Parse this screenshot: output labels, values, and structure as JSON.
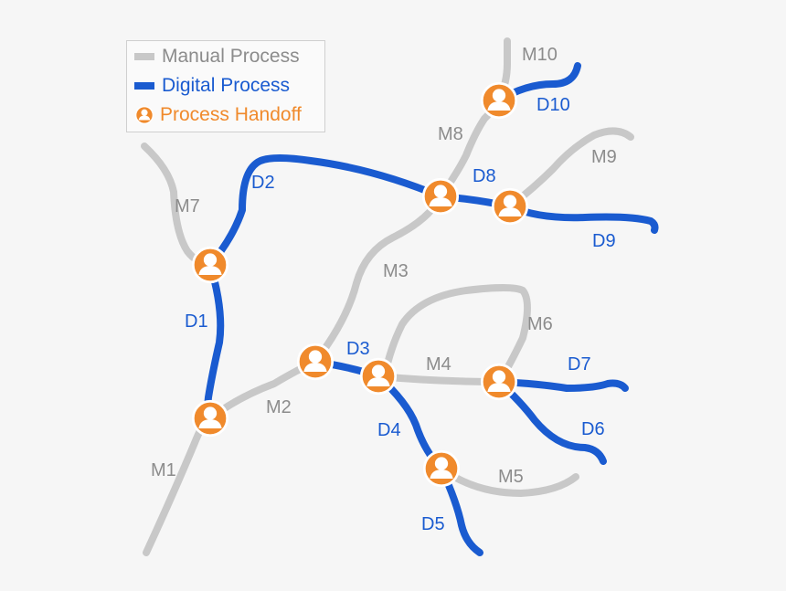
{
  "legend": {
    "manual": {
      "label": "Manual Process",
      "color": "#c8c8c8"
    },
    "digital": {
      "label": "Digital Process",
      "color": "#1a5bd0"
    },
    "handoff": {
      "label": "Process Handoff",
      "color": "#f08a2c",
      "icon": "person-icon"
    }
  },
  "colors": {
    "manual_label": "#8c8c8c",
    "digital_label": "#1a5bd0",
    "node_fill": "#f08a2c",
    "node_border": "#ffffff"
  },
  "routes": [
    {
      "id": "M1",
      "kind": "manual"
    },
    {
      "id": "M2",
      "kind": "manual"
    },
    {
      "id": "M3",
      "kind": "manual"
    },
    {
      "id": "M4",
      "kind": "manual"
    },
    {
      "id": "M5",
      "kind": "manual"
    },
    {
      "id": "M6",
      "kind": "manual"
    },
    {
      "id": "M7",
      "kind": "manual"
    },
    {
      "id": "M8",
      "kind": "manual"
    },
    {
      "id": "M9",
      "kind": "manual"
    },
    {
      "id": "M10",
      "kind": "manual"
    },
    {
      "id": "D1",
      "kind": "digital"
    },
    {
      "id": "D2",
      "kind": "digital"
    },
    {
      "id": "D3",
      "kind": "digital"
    },
    {
      "id": "D4",
      "kind": "digital"
    },
    {
      "id": "D5",
      "kind": "digital"
    },
    {
      "id": "D6",
      "kind": "digital"
    },
    {
      "id": "D7",
      "kind": "digital"
    },
    {
      "id": "D8",
      "kind": "digital"
    },
    {
      "id": "D9",
      "kind": "digital"
    },
    {
      "id": "D10",
      "kind": "digital"
    }
  ],
  "handoffs": [
    {
      "id": "handoff-1",
      "icon": "person-icon"
    },
    {
      "id": "handoff-2",
      "icon": "person-icon"
    },
    {
      "id": "handoff-3",
      "icon": "person-icon"
    },
    {
      "id": "handoff-4",
      "icon": "person-icon"
    },
    {
      "id": "handoff-5",
      "icon": "person-icon"
    },
    {
      "id": "handoff-6",
      "icon": "person-icon"
    },
    {
      "id": "handoff-7",
      "icon": "person-icon"
    },
    {
      "id": "handoff-8",
      "icon": "person-icon"
    },
    {
      "id": "handoff-9",
      "icon": "person-icon"
    },
    {
      "id": "handoff-10",
      "icon": "person-icon"
    }
  ]
}
